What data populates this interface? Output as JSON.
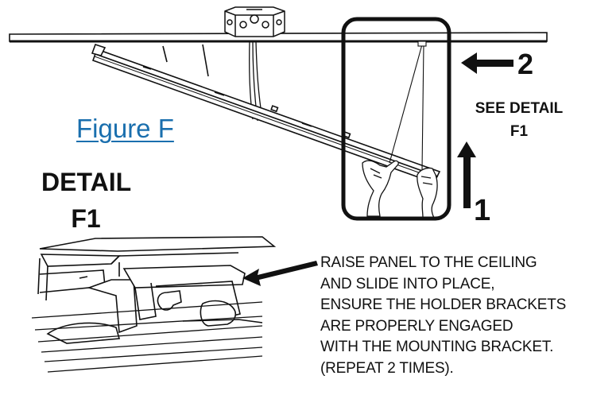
{
  "figure": {
    "title": "Figure F",
    "detail_heading": [
      "DETAIL",
      "F1"
    ],
    "callout": [
      "SEE DETAIL",
      "F1"
    ],
    "step_labels": [
      "1",
      "2"
    ],
    "instructions": [
      "RAISE PANEL TO THE CEILING",
      "AND SLIDE INTO PLACE,",
      "ENSURE THE HOLDER BRACKETS",
      "ARE PROPERLY ENGAGED",
      "WITH THE MOUNTING BRACKET.",
      "(REPEAT 2 TIMES)."
    ]
  },
  "colors": {
    "line": "#111111",
    "title_blue": "#1a6fae",
    "background": "#ffffff"
  }
}
